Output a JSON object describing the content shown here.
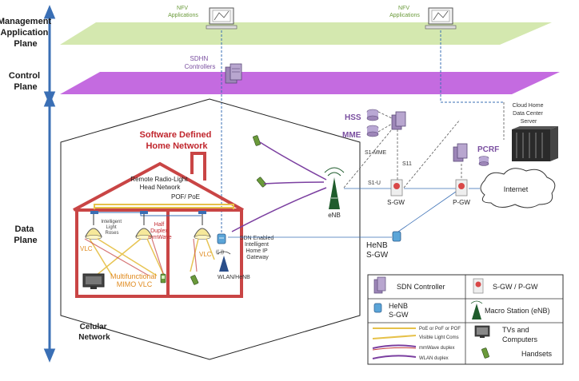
{
  "planes": {
    "management": [
      "Management",
      "Application",
      "Plane"
    ],
    "control": [
      "Control",
      "Plane"
    ],
    "data": [
      "Data",
      "Plane"
    ]
  },
  "nfv": {
    "left": [
      "NFV",
      "Applications"
    ],
    "right": [
      "NFV",
      "Applications"
    ]
  },
  "sdhn": [
    "SDHN",
    "Controllers"
  ],
  "cloud": [
    "Cloud Home",
    "Data Center",
    "Server"
  ],
  "home": {
    "title": [
      "Software Defined",
      "Home Network"
    ],
    "remote": [
      "Remote Radio-Light",
      "Head Network"
    ],
    "pof": "POF/ PoE",
    "intelligent": [
      "Intelligent",
      "Light",
      "Roses"
    ],
    "half": [
      "Half",
      "Duplex",
      "mmWave"
    ],
    "vlc1": "VLC",
    "vlc2": "VLC",
    "multi": [
      "Multifunctional",
      "MIMO VLC"
    ],
    "gateway": [
      "SDN Enabled",
      "Intelligent",
      "Home IP",
      "Gateway"
    ],
    "wlan": "WLAN/HeNB"
  },
  "core": {
    "hss": "HSS",
    "mme": "MME",
    "s1mme": "S1-MME",
    "s11": "S11",
    "s1u": "S1-U",
    "enb": "eNB",
    "sgw": "S-GW",
    "pgw": "P-GW",
    "pcrf": "PCRF",
    "internet": "Internet",
    "henb": [
      "HeNB",
      "S-GW"
    ],
    "cellular": [
      "Celular",
      "Network"
    ]
  },
  "legend": {
    "sdn": "SDN Controller",
    "sgwpgw": "S-GW / P-GW",
    "henb": [
      "HeNB",
      "S-GW"
    ],
    "macro": "Macro Station (eNB)",
    "poe": "PoE or PoF or POF",
    "vlc": "Visible Light Coms",
    "mmwave": "mmWave duplex",
    "wlan": "WLAN duplex",
    "tvs": [
      "TVs and",
      "Computers"
    ],
    "handsets": "Handsets"
  },
  "colors": {
    "management_plane": "#cfe5a6",
    "control_plane": "#c46be0",
    "house": "#c94545",
    "poe_line": "#e6c14a",
    "vlc_line": "#e6c14a",
    "arrow": "#3a6fb5",
    "purple_text": "#7a4fa0",
    "red_title": "#c0262d"
  }
}
